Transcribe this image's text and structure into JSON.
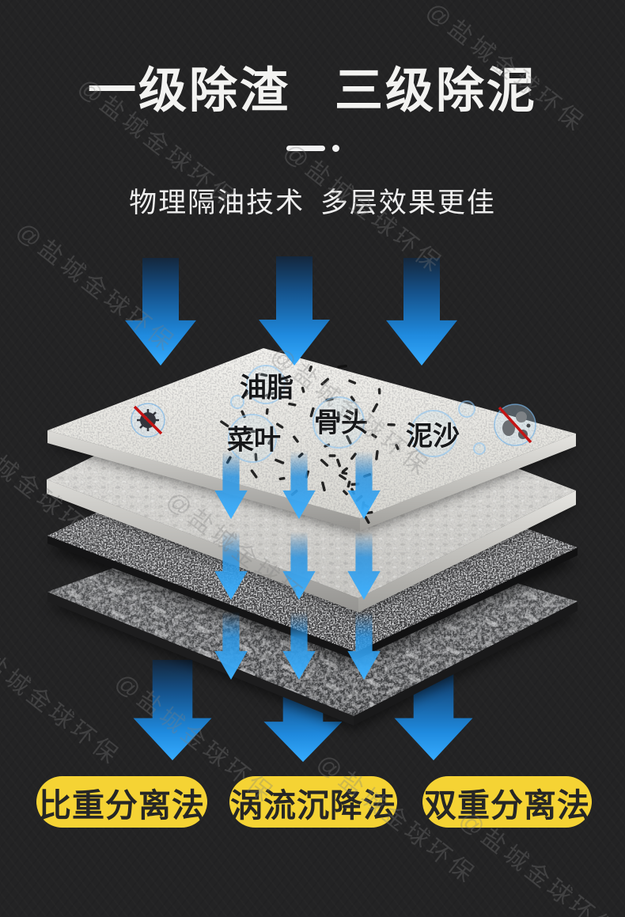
{
  "poster": {
    "background_color": "#232324",
    "arrow_blue": "#2F9FF0",
    "badge_yellow": "#F5D334",
    "badge_text_color": "#262626"
  },
  "watermark": {
    "text": "@盐城金球环保"
  },
  "header": {
    "title": "一级除渣 三级除泥",
    "subtitle": "物理隔油技术 多层效果更佳"
  },
  "diagram": {
    "contaminant_labels": [
      {
        "label": "油脂"
      },
      {
        "label": "菜叶"
      },
      {
        "label": "骨头"
      },
      {
        "label": "泥沙"
      }
    ],
    "icons": [
      {
        "name": "no-bacteria-icon"
      },
      {
        "name": "no-germ-icon"
      }
    ]
  },
  "badges": [
    {
      "label": "比重分离法"
    },
    {
      "label": "涡流沉降法"
    },
    {
      "label": "双重分离法"
    }
  ]
}
